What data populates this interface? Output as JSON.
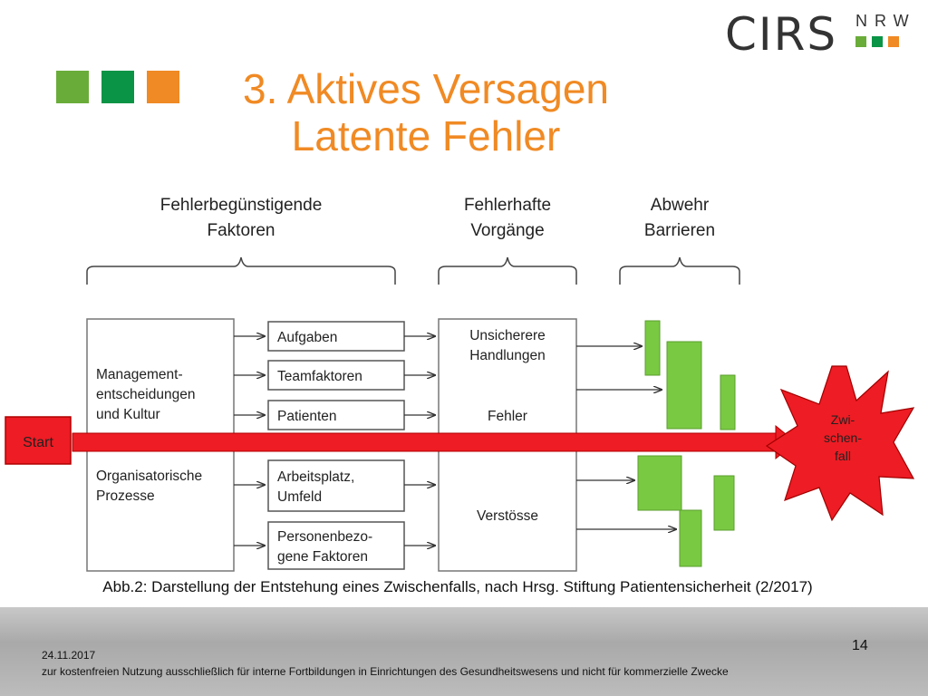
{
  "slide": {
    "title_line1": "3. Aktives Versagen",
    "title_line2": "Latente Fehler",
    "logo_main": "CIRS",
    "logo_sub": "NRW",
    "colors": {
      "green": "#6aac3a",
      "dark_green": "#0a9446",
      "orange": "#f08a24",
      "red": "#ee1c24",
      "bar_green": "#7ac943"
    }
  },
  "diagram": {
    "group_labels": {
      "factors": [
        "Fehlerbegünstigende",
        "Faktoren"
      ],
      "processes": [
        "Fehlerhafte",
        "Vorgänge"
      ],
      "barriers": [
        "Abwehr",
        "Barrieren"
      ]
    },
    "management_box": {
      "top": [
        "Management-",
        "entscheidungen",
        "und Kultur"
      ],
      "bottom": [
        "Organisatorische",
        "Prozesse"
      ]
    },
    "factor_boxes": [
      [
        "Aufgaben"
      ],
      [
        "Teamfaktoren"
      ],
      [
        "Patienten"
      ],
      [
        "Arbeitsplatz,",
        "Umfeld"
      ],
      [
        "Personenbezo-",
        "gene Faktoren"
      ]
    ],
    "process_box": {
      "unsafe": [
        "Unsicherere",
        "Handlungen"
      ],
      "errors": "Fehler",
      "violations": "Verstösse"
    },
    "start_label": "Start",
    "incident_label": [
      "Zwi-",
      "schen-",
      "fall"
    ]
  },
  "caption": "Abb.2: Darstellung der Entstehung eines Zwischenfalls, nach Hrsg. Stiftung Patientensicherheit (2/2017)",
  "footer": {
    "date": "24.11.2017",
    "note": "zur kostenfreien Nutzung ausschließlich für interne Fortbildungen in Einrichtungen des Gesundheitswesens und nicht für kommerzielle Zwecke",
    "page": "14"
  }
}
